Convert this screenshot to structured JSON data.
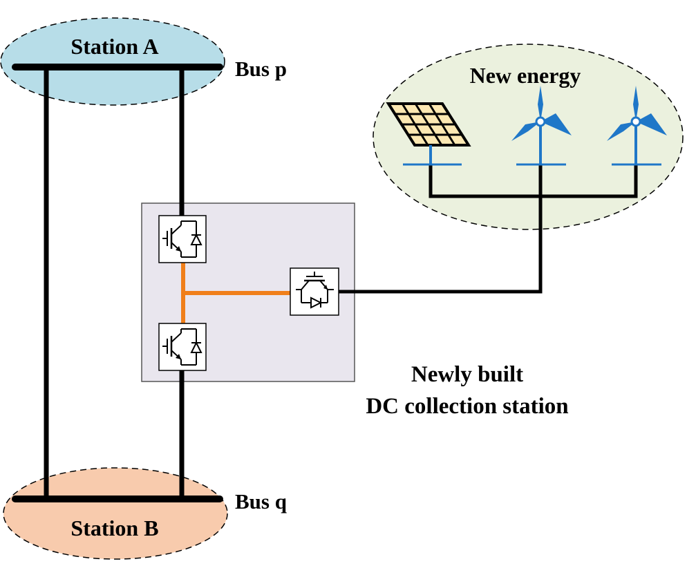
{
  "station_a": {
    "label": "Station A",
    "fill": "#b7dde8"
  },
  "station_b": {
    "label": "Station B",
    "fill": "#f8cbad"
  },
  "new_energy": {
    "label": "New energy",
    "fill": "#ebf1de"
  },
  "bus_p": {
    "label": "Bus p"
  },
  "bus_q": {
    "label": "Bus q"
  },
  "dc_station": {
    "line1": "Newly built",
    "line2": "DC collection station",
    "fill": "#e9e6ee"
  },
  "colors": {
    "line": "#000000",
    "dc_link": "#f07f1a",
    "renewable_blue": "#1f77c8",
    "panel_fill": "#fce8b2"
  }
}
